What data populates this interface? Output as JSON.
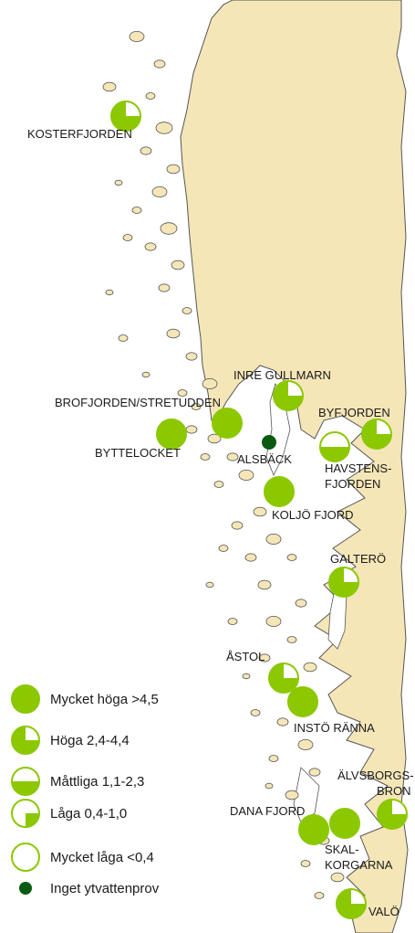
{
  "colors": {
    "land": "#f5e6b8",
    "sea": "#ffffff",
    "coast": "#555555",
    "marker": "#8cc800",
    "marker_empty": "#ffffff",
    "no_sample": "#0b5a12"
  },
  "legend": [
    {
      "label": "Mycket höga >4,5",
      "fraction": 1.0,
      "type": "pie"
    },
    {
      "label": "Höga 2,4-4,4",
      "fraction": 0.75,
      "type": "pie"
    },
    {
      "label": "Måttliga 1,1-2,3",
      "fraction": 0.5,
      "type": "pie"
    },
    {
      "label": "Låga 0,4-1,0",
      "fraction": 0.25,
      "type": "pie"
    },
    {
      "label": "Mycket låga <0,4",
      "fraction": 0.0,
      "type": "pie"
    },
    {
      "label": "Inget ytvattenprov",
      "fraction": 0.0,
      "type": "dot"
    }
  ],
  "stations": [
    {
      "name": "KOSTERFJORDEN",
      "fraction": 0.75
    },
    {
      "name": "INRE GULLMARN",
      "fraction": 0.75
    },
    {
      "name": "BROFJORDEN/STRETUDDEN",
      "fraction": 1.0
    },
    {
      "name": "BYTTELOCKET",
      "fraction": 1.0
    },
    {
      "name": "BYFJORDEN",
      "fraction": 0.75
    },
    {
      "name": "ALSBÄCK",
      "fraction": 0.0,
      "no_sample": true
    },
    {
      "name": "HAVSTENS-",
      "fraction": 0.5
    },
    {
      "name": "FJORDEN",
      "fraction": null
    },
    {
      "name": "KOLJÖ FJORD",
      "fraction": 1.0
    },
    {
      "name": "GALTERÖ",
      "fraction": 0.75
    },
    {
      "name": "ÅSTOL",
      "fraction": 0.75
    },
    {
      "name": "INSTÖ RÄNNA",
      "fraction": 1.0
    },
    {
      "name": "ÄLVSBORGS-",
      "fraction": 0.75
    },
    {
      "name": "BRON",
      "fraction": null
    },
    {
      "name": "DANA FJORD",
      "fraction": 1.0
    },
    {
      "name": "SKAL-",
      "fraction": 1.0
    },
    {
      "name": "KORGARNA",
      "fraction": null
    },
    {
      "name": "VALÖ",
      "fraction": 0.75
    }
  ]
}
